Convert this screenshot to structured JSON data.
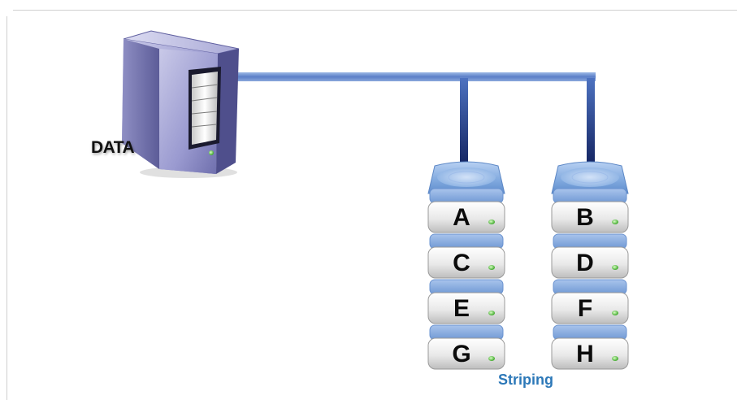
{
  "server": {
    "label": "DATA"
  },
  "drives": {
    "left_stack": [
      "A",
      "C",
      "E",
      "G"
    ],
    "right_stack": [
      "B",
      "D",
      "F",
      "H"
    ]
  },
  "caption": "Striping",
  "colors": {
    "cable": "#2d4fa0",
    "disk_cap": "#7fa8de",
    "disk_body": "#e6e6e6",
    "led": "#5cc43e",
    "caption": "#2c78b8"
  }
}
